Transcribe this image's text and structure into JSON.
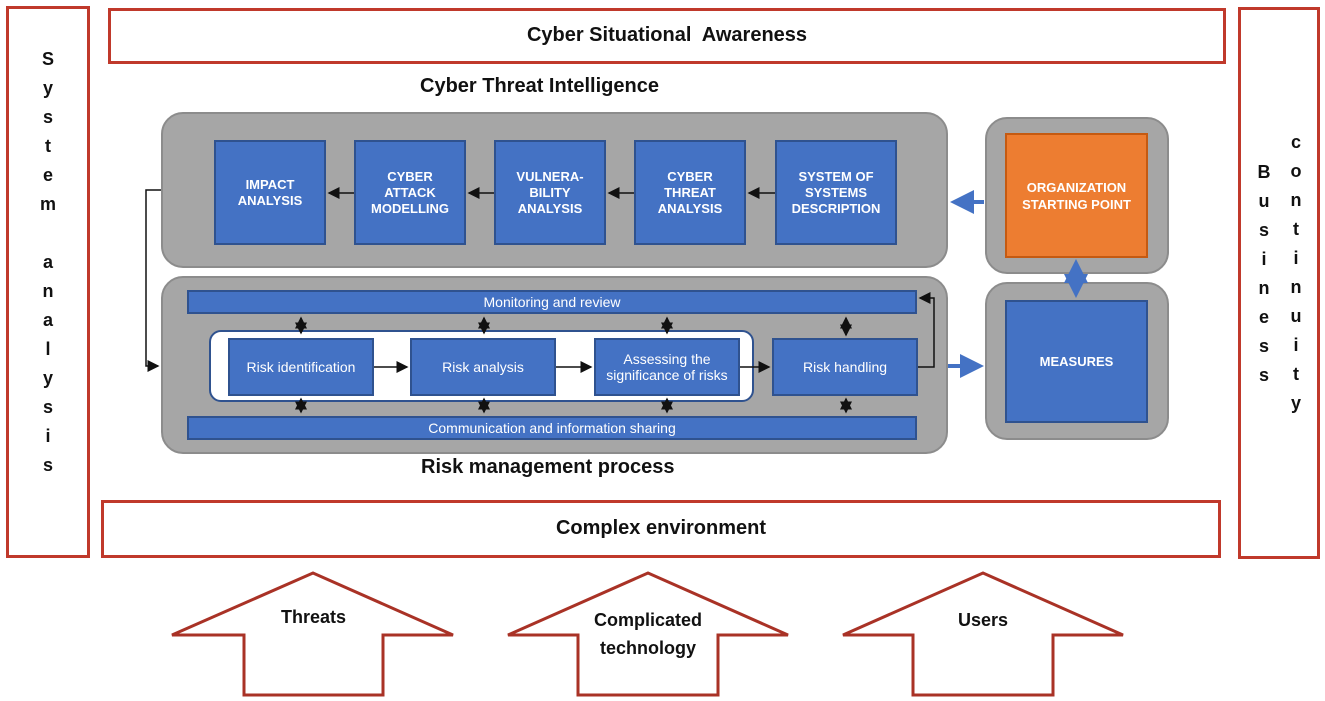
{
  "system_analysis": [
    "S",
    "y",
    "s",
    "t",
    "e",
    "m",
    "",
    "a",
    "n",
    "a",
    "l",
    "y",
    "s",
    "i",
    "s"
  ],
  "business_letters": [
    "B",
    "u",
    "s",
    "i",
    "n",
    "e",
    "s",
    "s"
  ],
  "continuity_letters": [
    "c",
    "o",
    "n",
    "t",
    "i",
    "n",
    "u",
    "i",
    "t",
    "y"
  ],
  "top_banner": "Cyber Situational  Awareness",
  "cti_heading": "Cyber Threat Intelligence",
  "cti_boxes": {
    "impact": "IMPACT ANALYSIS",
    "attack": "CYBER ATTACK MODELLING",
    "vuln": "VULNERA-BILITY ANALYSIS",
    "threat": "CYBER THREAT ANALYSIS",
    "sos": "SYSTEM OF SYSTEMS DESCRIPTION"
  },
  "org_start": "ORGANIZATION STARTING POINT",
  "measures": "MEASURES",
  "monitoring": "Monitoring and review",
  "communication": "Communication and information sharing",
  "steps": {
    "identification": "Risk identification",
    "analysis": "Risk analysis",
    "significance": "Assessing the significance of risks",
    "handling": "Risk handling"
  },
  "rmp_heading": "Risk management process",
  "complex_env": "Complex environment",
  "inputs": {
    "threats": "Threats",
    "tech_line1": "Complicated",
    "tech_line2": "technology",
    "users": "Users"
  },
  "colors": {
    "frame": "#c0392b",
    "blue": "#4472c4",
    "panel": "#a6a6a6",
    "orange": "#ed7d31"
  }
}
